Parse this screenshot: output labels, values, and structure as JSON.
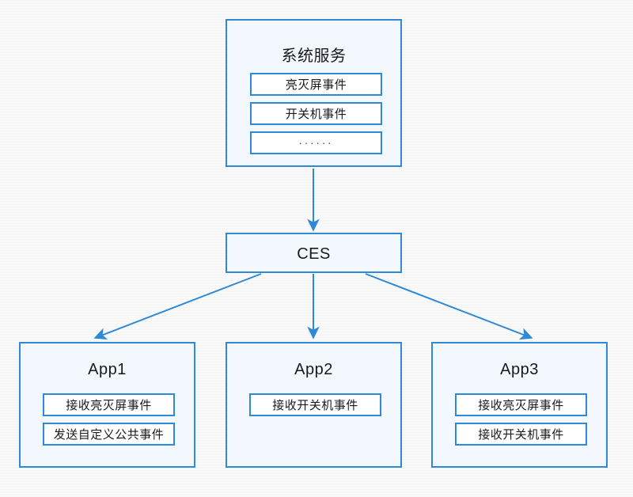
{
  "diagram": {
    "colors": {
      "node_border": "#2e8ad8",
      "node_fill": "#f2f8fd",
      "item_fill": "#ffffff",
      "arrow": "#2e8ad8",
      "background": "#f7f7f7",
      "text": "#1a1a1a"
    },
    "nodes": {
      "system_service": {
        "title": "系统服务",
        "items": [
          {
            "label": "亮灭屏事件"
          },
          {
            "label": "开关机事件"
          },
          {
            "label": "······"
          }
        ]
      },
      "ces": {
        "title": "CES"
      },
      "app1": {
        "title": "App1",
        "items": [
          {
            "label": "接收亮灭屏事件"
          },
          {
            "label": "发送自定义公共事件"
          }
        ]
      },
      "app2": {
        "title": "App2",
        "items": [
          {
            "label": "接收开关机事件"
          }
        ]
      },
      "app3": {
        "title": "App3",
        "items": [
          {
            "label": "接收亮灭屏事件"
          },
          {
            "label": "接收开关机事件"
          }
        ]
      }
    },
    "edges": [
      {
        "name": "system-service-to-ces",
        "from": "system_service",
        "to": "ces"
      },
      {
        "name": "ces-to-app1",
        "from": "ces",
        "to": "app1"
      },
      {
        "name": "ces-to-app2",
        "from": "ces",
        "to": "app2"
      },
      {
        "name": "ces-to-app3",
        "from": "ces",
        "to": "app3"
      }
    ]
  }
}
